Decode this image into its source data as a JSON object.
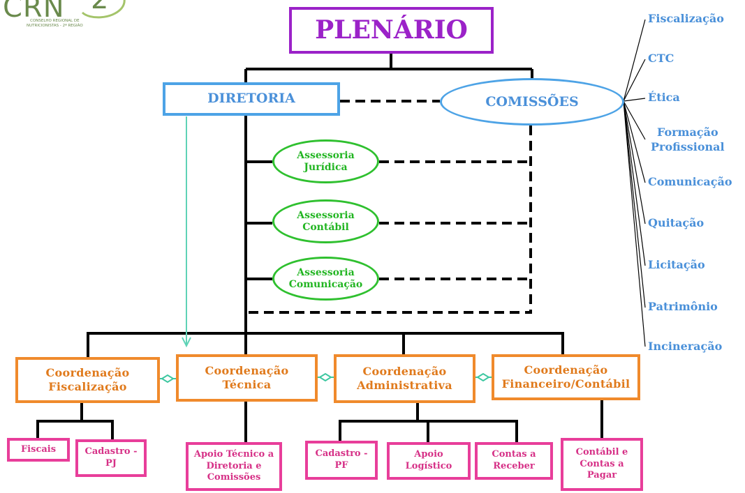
{
  "logo": {
    "text": "CRN",
    "subtitle": "CONSELHO REGIONAL DE\nNUTRICIONISTAS - 2ª REGIÃO"
  },
  "plenario": "PLENÁRIO",
  "diretoria": "DIRETORIA",
  "comissoes": "COMISSÕES",
  "assessorias": [
    "Assessoria\nJurídica",
    "Assessoria\nContábil",
    "Assessoria\nComunicação"
  ],
  "comissoes_list": [
    "Fiscalização",
    "CTC",
    "Ética",
    "Formação\nProfissional",
    "Comunicação",
    "Quitação",
    "Licitação",
    "Patrimônio",
    "Incineração"
  ],
  "coordenacoes": [
    "Coordenação\nFiscalização",
    "Coordenação\nTécnica",
    "Coordenação\nAdministrativa",
    "Coordenação\nFinanceiro/Contábil"
  ],
  "setores": [
    "Fiscais",
    "Cadastro -\nPJ",
    "Apoio Técnico a\nDiretoria e\nComissões",
    "Cadastro -\nPF",
    "Apoio\nLogístico",
    "Contas a\nReceber",
    "Contábil e\nContas a\nPagar"
  ],
  "colors": {
    "plenario": "#9b22c8",
    "diretoria": "#4da3e6",
    "assessoria": "#2fc02f",
    "coordenacao": "#f08a2c",
    "setor": "#e83e9a",
    "lines": "#000000"
  }
}
